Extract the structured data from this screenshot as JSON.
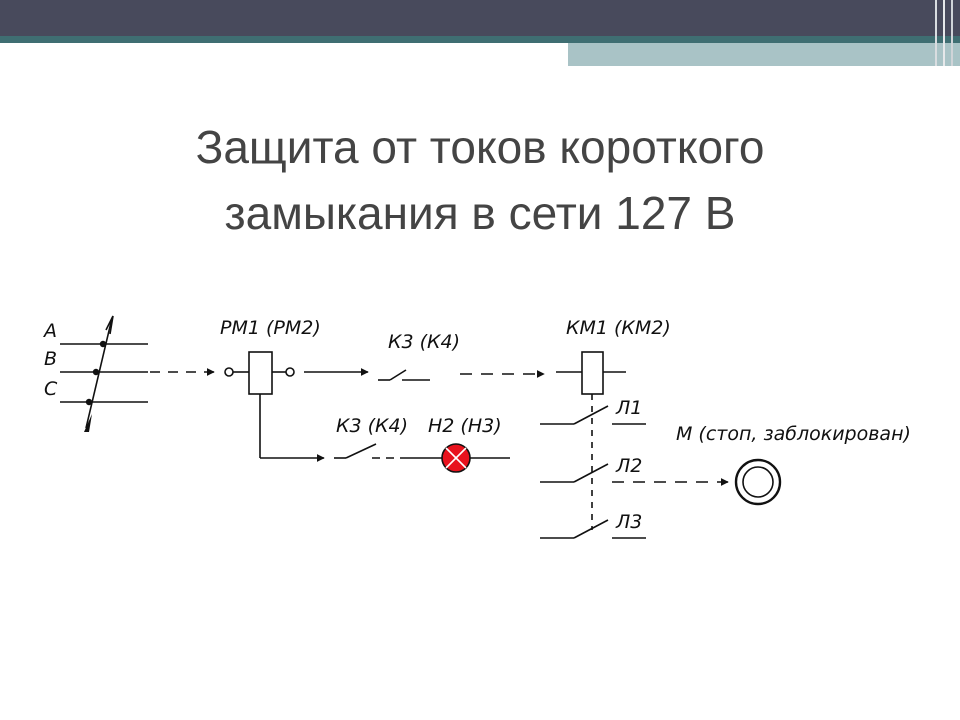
{
  "slide": {
    "title_line1": "Защита от токов короткого",
    "title_line2": "замыкания в сети 127 В"
  },
  "diagram": {
    "phases": [
      "A",
      "B",
      "C"
    ],
    "labels": {
      "relay": "РМ1 (РМ2)",
      "contact_top": "К3 (К4)",
      "contact_bottom": "К3 (К4)",
      "lamp": "Н2 (Н3)",
      "contactor": "КМ1 (КМ2)",
      "motor": "М (стоп, заблокирован)"
    },
    "lines": [
      "Л1",
      "Л2",
      "Л3"
    ]
  },
  "colors": {
    "top_bar": "#484a5c",
    "band_dark": "#3f6e72",
    "band_light": "#a9c3c6",
    "lamp_fill": "#e8121d",
    "title_text": "#444444"
  }
}
